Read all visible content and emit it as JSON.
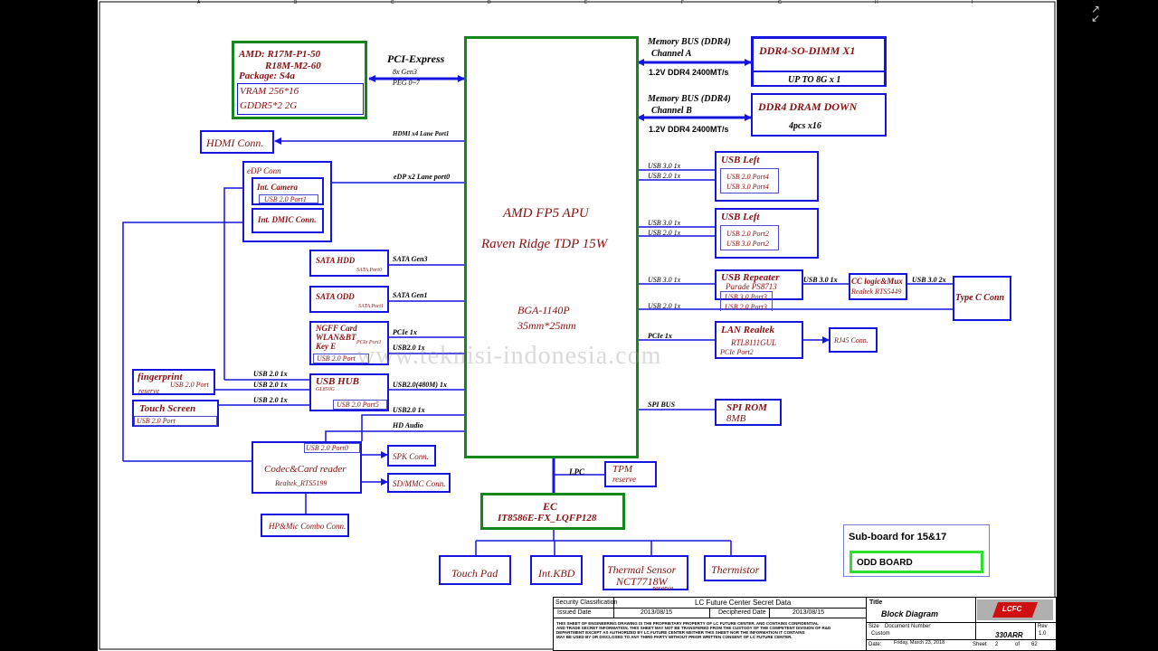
{
  "watermark": "www.teknisi-indonesia.com",
  "top_ruler": [
    "A",
    "B",
    "C",
    "D",
    "E",
    "F",
    "G",
    "H",
    "I"
  ],
  "gpu": {
    "line1": "AMD: R17M-P1-50",
    "line2": "R18M-M2-60",
    "line3": "Package: S4a",
    "vram1": "VRAM 256*16",
    "vram2": "GDDR5*2 2G"
  },
  "pcie_bus": {
    "label": "PCI-Express",
    "sub1": "8x Gen3",
    "sub2": "PEG 0~7"
  },
  "hdmi": {
    "label": "HDMI Conn.",
    "bus": "HDMI x4 Lane Port1"
  },
  "edp": {
    "title": "eDP Conn",
    "camera": "Int. Camera",
    "camera_port": "USB 2.0 Port1",
    "dmic": "Int. DMIC Conn.",
    "bus": "eDP x2 Lane port0"
  },
  "apu": {
    "line1": "AMD FP5 APU",
    "line2": "Raven Ridge TDP 15W",
    "line3": "BGA-1140P",
    "line4": "35mm*25mm"
  },
  "mem_a": {
    "bus": "Memory BUS (DDR4)",
    "channel": "Channel A",
    "speed": "1.2V  DDR4  2400MT/s",
    "title": "DDR4-SO-DIMM X1",
    "sub": "UP TO 8G x 1"
  },
  "mem_b": {
    "bus": "Memory BUS (DDR4)",
    "channel": "Channel B",
    "speed": "1.2V  DDR4  2400MT/s",
    "title": "DDR4 DRAM DOWN",
    "sub": "4pcs x16"
  },
  "usb_left1": {
    "title": "USB Left",
    "p1": "USB 2.0 Port4",
    "p2": "USB 3.0 Port4",
    "bus1": "USB 3.0 1x",
    "bus2": "USB 2.0 1x"
  },
  "usb_left2": {
    "title": "USB Left",
    "p1": "USB 2.0 Port2",
    "p2": "USB 3.0 Port2",
    "bus1": "USB 3.0 1x",
    "bus2": "USB 2.0 1x"
  },
  "usb_rep": {
    "title": "USB Repeater",
    "sub": "Parade PS8713",
    "p1": "USB 3.0 Port3",
    "p2": "USB 2.0 Port3",
    "bus1": "USB 3.0 1x",
    "bus2": "USB 2.0 1x",
    "out": "USB 3.0 1x"
  },
  "cc": {
    "title": "CC logic&Mux",
    "sub": "Realtek RTS5449",
    "out": "USB 3.0 2x"
  },
  "typec": {
    "label": "Type C Conn"
  },
  "lan": {
    "title": "LAN Realtek",
    "sub": "RTL8111GUL",
    "port": "PCIe Port2",
    "bus": "PCIe 1x",
    "rj45": "RJ45 Conn."
  },
  "spi": {
    "title": "SPI ROM",
    "sub": "8MB",
    "bus": "SPI BUS"
  },
  "hdd": {
    "title": "SATA  HDD",
    "port": "SATA Port0",
    "bus": "SATA  Gen3"
  },
  "odd": {
    "title": "SATA  ODD",
    "port": "SATA Port1",
    "bus": "SATA  Gen1"
  },
  "ngff": {
    "t1": "NGFF Card",
    "t2": "WLAN&BT",
    "t3": "Key E",
    "port": "PCIe  Port1",
    "usb": "USB 2.0 Port",
    "bus1": "PCIe 1x",
    "bus2": "USB2.0 1x"
  },
  "usbhub": {
    "title": "USB HUB",
    "sub": "GL850G",
    "port": "USB 2.0 Port5",
    "bus": "USB2.0(480M) 1x",
    "in1": "USB 2.0 1x",
    "in2": "USB 2.0 1x",
    "in3": "USB 2.0 1x"
  },
  "finger": {
    "title": "fingerprint",
    "port": "USB 2.0 Port",
    "sub": "reserve"
  },
  "touch": {
    "title": "Touch Screen",
    "port": "USB 2.0 Port"
  },
  "apu_usb": {
    "bus": "USB2.0 1x"
  },
  "codec": {
    "port": "USB 2.0 Port0",
    "title": "Codec&Card reader",
    "sub": "Realtek_RTS5199",
    "bus": "HD Audio",
    "spk": "SPK Conn.",
    "sd": "SD/MMC Conn.",
    "hp": "HP&Mic Combo Conn."
  },
  "tpm": {
    "title": "TPM",
    "sub": "reserve",
    "bus": "LPC"
  },
  "ec": {
    "title": "EC",
    "sub": "IT8586E-FX_LQFP128"
  },
  "ec_children": {
    "touchpad": "Touch Pad",
    "kbd": "Int.KBD",
    "thermal1": "Thermal Sensor",
    "thermal2": "NCT7718W",
    "thermal3": "reserve",
    "thermistor": "Thermistor"
  },
  "subboard": {
    "title": "Sub-board for 15&17",
    "item": "ODD BOARD"
  },
  "titleblock": {
    "sec": "Security Classification",
    "secval": "LC Future Center Secret Data",
    "issued": "Issued Date",
    "issued_val": "2013/08/15",
    "deciphered": "Deciphered Date",
    "deciphered_val": "2013/08/15",
    "notice1": "THIS SHEET OF ENGINEERING DRAWING IS THE PROPRIETARY PROPERTY OF LC FUTURE CENTER. AND CONTAINS CONFIDENTIAL",
    "notice2": "AND TRADE SECRET INFORMATION. THIS SHEET MAY NOT BE TRANSFERED FROM THE CUSTODY OF THE COMPETENT DIVISION OF R&D",
    "notice3": "DEPARTMENT EXCEPT AS AUTHORIZED BY LC FUTURE CENTER NEITHER THIS SHEET NOR THE INFORMATION IT CONTAINS",
    "notice4": "MAY BE USED BY OR DISCLOSED TO ANY THIRD PARTY WITHOUT PRIOR WRITTEN CONSENT OF  LC FUTURE CENTER.",
    "title_label": "Title",
    "title_val": "Block Diagram",
    "logo": "LCFC",
    "size": "Size",
    "size_val": "Custom",
    "docnum": "Document Number",
    "docnum_val": "330ARR",
    "rev": "Rev",
    "rev_val": "1.0",
    "date": "Date:",
    "date_val": "Friday, March 23, 2018",
    "sheet": "Sheet",
    "sheet_val": "2",
    "of": "of",
    "of_val": "62"
  }
}
